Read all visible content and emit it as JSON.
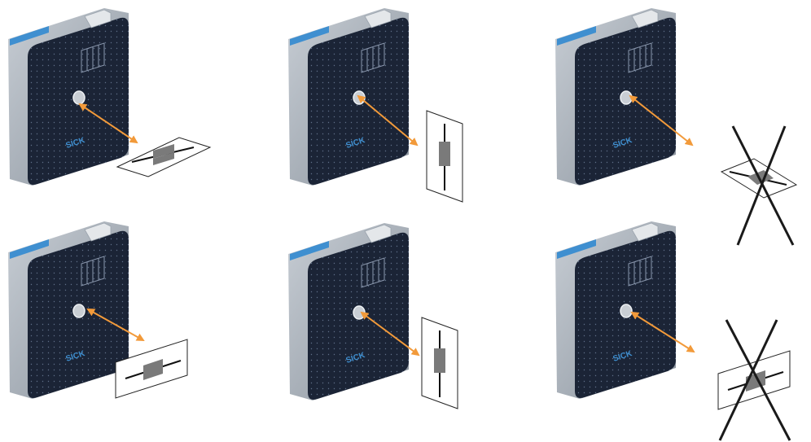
{
  "brand_label": "SICK",
  "colors": {
    "arrow": "#f29a3a",
    "housing_dark": "#1b2436",
    "housing_frame": "#9aa3ad",
    "connector_blue": "#3f8fd0",
    "tag_body": "#7a7a7a",
    "cross_stroke": "#1a1a1a"
  },
  "scenarios": [
    {
      "id": "top-left",
      "tag_orientation": "horizontal-flat",
      "allowed": true
    },
    {
      "id": "top-middle",
      "tag_orientation": "vertical-upright",
      "allowed": true
    },
    {
      "id": "top-right",
      "tag_orientation": "flat-diamond",
      "allowed": false
    },
    {
      "id": "bottom-left",
      "tag_orientation": "horizontal-upright",
      "allowed": true
    },
    {
      "id": "bottom-middle",
      "tag_orientation": "vertical-upright",
      "allowed": true
    },
    {
      "id": "bottom-right",
      "tag_orientation": "horizontal-upright",
      "allowed": false
    }
  ]
}
